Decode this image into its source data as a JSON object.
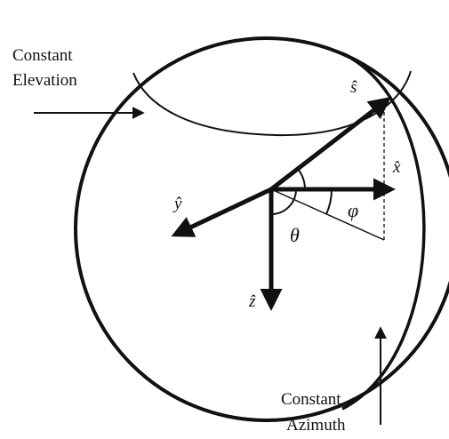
{
  "labels": {
    "constant_elevation": [
      "Constant",
      "Elevation"
    ],
    "constant_azimuth": [
      "Constant",
      "Azimuth"
    ],
    "s_hat": "ŝ",
    "x_hat": "x̂",
    "y_hat": "ŷ",
    "z_hat": "ẑ",
    "theta": "θ",
    "phi": "φ"
  },
  "colors": {
    "ink": "#111111",
    "background": "#ffffff"
  }
}
